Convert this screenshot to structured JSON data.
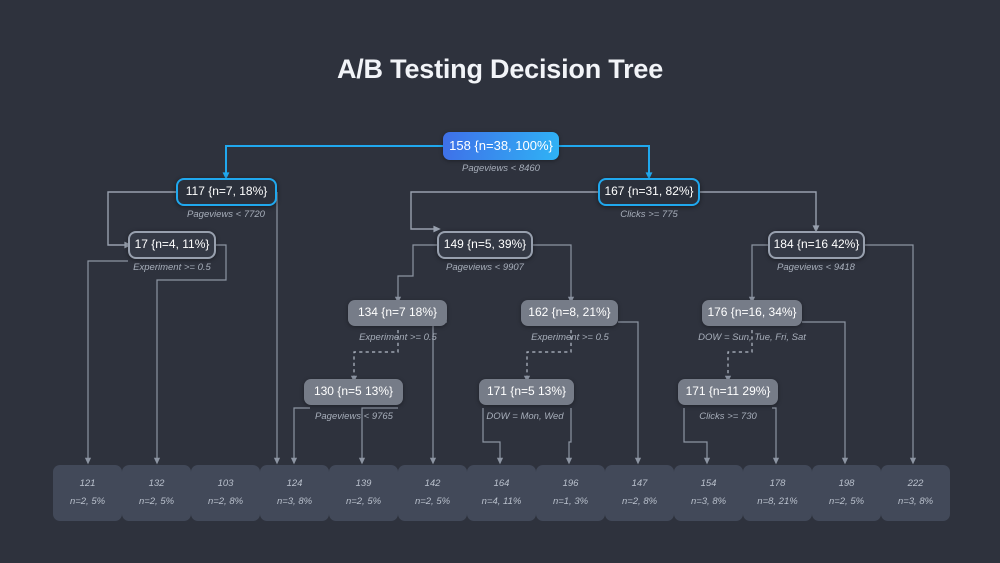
{
  "page": {
    "title": "A/B Testing Decision Tree",
    "background_color": "#2e323d",
    "accent_color": "#20a8ee"
  },
  "chart_data": {
    "type": "diagram",
    "diagram_kind": "decision-tree",
    "title": "A/B Testing Decision Tree",
    "nodes": [
      {
        "id": "n158",
        "label": "158 {n=38, 100%}",
        "value": 158,
        "n": 38,
        "pct": "100%",
        "style": "root",
        "level": 0
      },
      {
        "id": "n117",
        "label": "117 {n=7, 18%}",
        "value": 117,
        "n": 7,
        "pct": "18%",
        "style": "highlight",
        "level": 1
      },
      {
        "id": "n167",
        "label": "167 {n=31, 82%}",
        "value": 167,
        "n": 31,
        "pct": "82%",
        "style": "highlight",
        "level": 1
      },
      {
        "id": "n17",
        "label": "17 {n=4, 11%}",
        "value": 17,
        "n": 4,
        "pct": "11%",
        "style": "outline",
        "level": 2
      },
      {
        "id": "n149",
        "label": "149 {n=5, 39%}",
        "value": 149,
        "n": 5,
        "pct": "39%",
        "style": "outline",
        "level": 2
      },
      {
        "id": "n184",
        "label": "184 {n=16 42%}",
        "value": 184,
        "n": 16,
        "pct": "42%",
        "style": "outline",
        "level": 2
      },
      {
        "id": "n134",
        "label": "134 {n=7 18%}",
        "value": 134,
        "n": 7,
        "pct": "18%",
        "style": "filled",
        "level": 3
      },
      {
        "id": "n162",
        "label": "162 {n=8, 21%}",
        "value": 162,
        "n": 8,
        "pct": "21%",
        "style": "filled",
        "level": 3
      },
      {
        "id": "n176",
        "label": "176 {n=16, 34%}",
        "value": 176,
        "n": 16,
        "pct": "34%",
        "style": "filled",
        "level": 3
      },
      {
        "id": "n130",
        "label": "130 {n=5 13%}",
        "value": 130,
        "n": 5,
        "pct": "13%",
        "style": "filled",
        "level": 4
      },
      {
        "id": "n171a",
        "label": "171 {n=5 13%}",
        "value": 171,
        "n": 5,
        "pct": "13%",
        "style": "filled",
        "level": 4
      },
      {
        "id": "n171b",
        "label": "171 {n=11 29%}",
        "value": 171,
        "n": 11,
        "pct": "29%",
        "style": "filled",
        "level": 4
      }
    ],
    "split_labels": [
      {
        "parent": "n158",
        "text": "Pageviews < 8460"
      },
      {
        "parent": "n117",
        "text": "Pageviews < 7720"
      },
      {
        "parent": "n167",
        "text": "Clicks >= 775"
      },
      {
        "parent": "n17",
        "text": "Experiment >= 0.5"
      },
      {
        "parent": "n149",
        "text": "Pageviews < 9907"
      },
      {
        "parent": "n184",
        "text": "Pageviews < 9418"
      },
      {
        "parent": "n134",
        "text": "Experiment >= 0.5"
      },
      {
        "parent": "n162",
        "text": "Experiment >= 0.5"
      },
      {
        "parent": "n176",
        "text": "DOW = Sun, Tue, Fri, Sat"
      },
      {
        "parent": "n130",
        "text": "Pageviews < 9765"
      },
      {
        "parent": "n171a",
        "text": "DOW = Mon, Wed"
      },
      {
        "parent": "n171b",
        "text": "Clicks >= 730"
      }
    ],
    "leaves": [
      {
        "value": "121",
        "stat": "n=2, 5%"
      },
      {
        "value": "132",
        "stat": "n=2, 5%"
      },
      {
        "value": "103",
        "stat": "n=2, 8%"
      },
      {
        "value": "124",
        "stat": "n=3, 8%"
      },
      {
        "value": "139",
        "stat": "n=2, 5%"
      },
      {
        "value": "142",
        "stat": "n=2, 5%"
      },
      {
        "value": "164",
        "stat": "n=4, 11%"
      },
      {
        "value": "196",
        "stat": "n=1, 3%"
      },
      {
        "value": "147",
        "stat": "n=2, 8%"
      },
      {
        "value": "154",
        "stat": "n=3, 8%"
      },
      {
        "value": "178",
        "stat": "n=8, 21%"
      },
      {
        "value": "198",
        "stat": "n=2, 5%"
      },
      {
        "value": "222",
        "stat": "n=3, 8%"
      }
    ]
  },
  "tree": {
    "root": {
      "label": "158 {n=38, 100%}",
      "split": "Pageviews < 8460"
    },
    "level1": [
      {
        "label": "117 {n=7, 18%}",
        "split": "Pageviews < 7720"
      },
      {
        "label": "167 {n=31, 82%}",
        "split": "Clicks >= 775"
      }
    ],
    "level2": [
      {
        "label": "17 {n=4, 11%}",
        "split": "Experiment >= 0.5"
      },
      {
        "label": "149 {n=5, 39%}",
        "split": "Pageviews < 9907"
      },
      {
        "label": "184 {n=16 42%}",
        "split": "Pageviews < 9418"
      }
    ],
    "level3": [
      {
        "label": "134 {n=7 18%}",
        "split": "Experiment >= 0.5"
      },
      {
        "label": "162 {n=8, 21%}",
        "split": "Experiment >= 0.5"
      },
      {
        "label": "176 {n=16, 34%}",
        "split": "DOW = Sun, Tue, Fri, Sat"
      }
    ],
    "level4": [
      {
        "label": "130 {n=5 13%}",
        "split": "Pageviews < 9765"
      },
      {
        "label": "171 {n=5 13%}",
        "split": "DOW = Mon, Wed"
      },
      {
        "label": "171 {n=11 29%}",
        "split": "Clicks >= 730"
      }
    ],
    "leaves": [
      {
        "value": "121",
        "stat": "n=2, 5%"
      },
      {
        "value": "132",
        "stat": "n=2, 5%"
      },
      {
        "value": "103",
        "stat": "n=2, 8%"
      },
      {
        "value": "124",
        "stat": "n=3, 8%"
      },
      {
        "value": "139",
        "stat": "n=2, 5%"
      },
      {
        "value": "142",
        "stat": "n=2, 5%"
      },
      {
        "value": "164",
        "stat": "n=4, 11%"
      },
      {
        "value": "196",
        "stat": "n=1, 3%"
      },
      {
        "value": "147",
        "stat": "n=2, 8%"
      },
      {
        "value": "154",
        "stat": "n=3, 8%"
      },
      {
        "value": "178",
        "stat": "n=8, 21%"
      },
      {
        "value": "198",
        "stat": "n=2, 5%"
      },
      {
        "value": "222",
        "stat": "n=3, 8%"
      }
    ]
  }
}
